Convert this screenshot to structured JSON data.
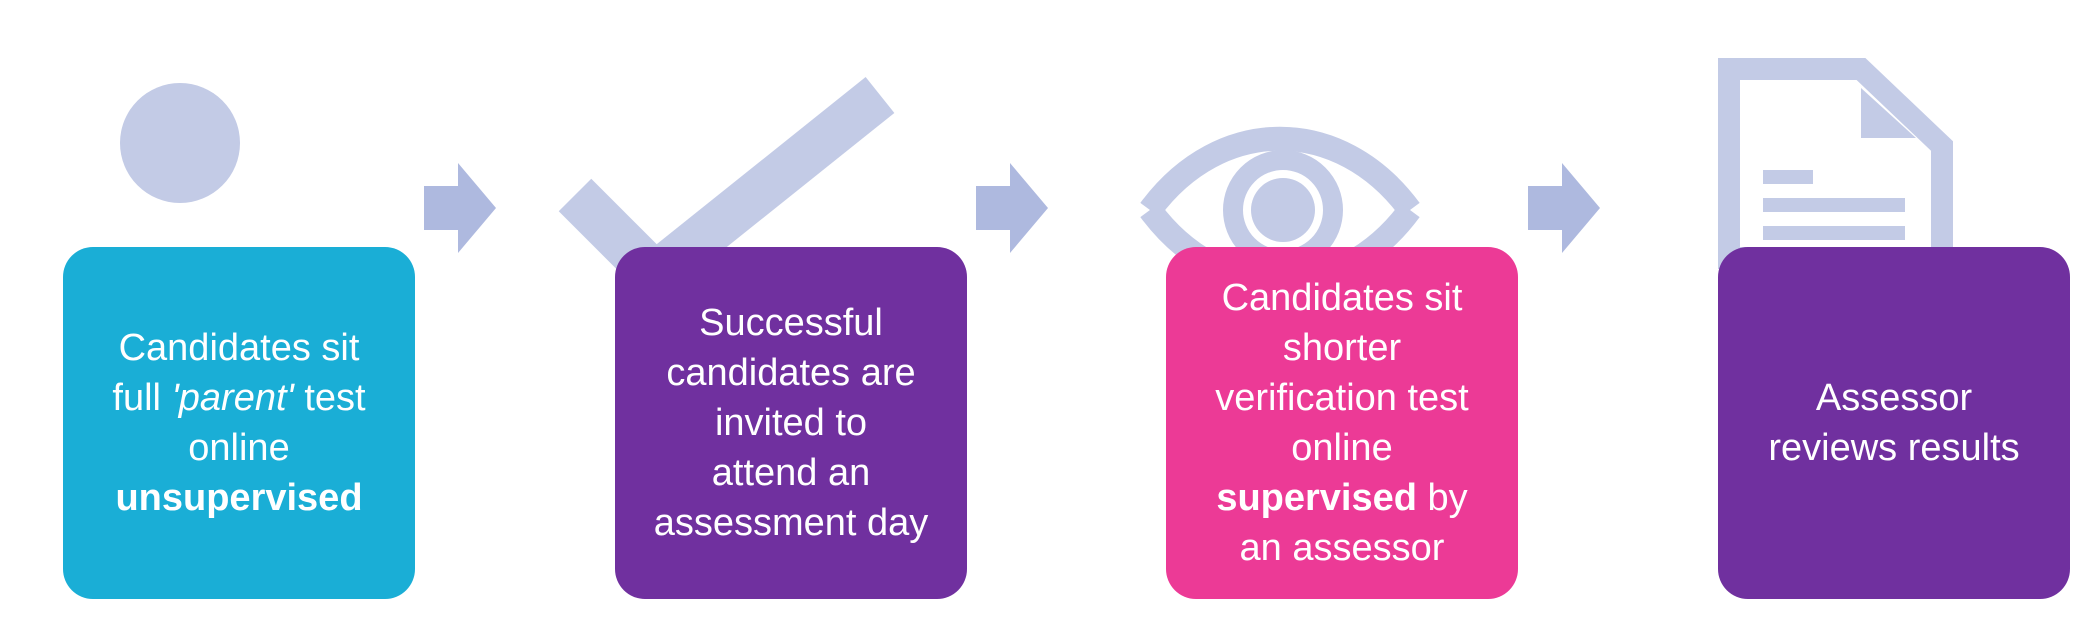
{
  "colors": {
    "icon": "#c3cbe6",
    "arrow": "#aeb9df",
    "card1": "#1aaed6",
    "card2": "#70309f",
    "card3": "#ec3a96",
    "card4": "#70309f",
    "text": "#ffffff"
  },
  "steps": [
    {
      "icon": "person-icon",
      "parts": [
        {
          "text": "Candidates sit",
          "style": "normal",
          "br": true
        },
        {
          "text": "full ",
          "style": "normal"
        },
        {
          "text": "'parent'",
          "style": "italic"
        },
        {
          "text": " test",
          "style": "normal",
          "br": true
        },
        {
          "text": "online",
          "style": "normal",
          "br": true
        },
        {
          "text": "unsupervised",
          "style": "bold"
        }
      ]
    },
    {
      "icon": "checkmark-icon",
      "parts": [
        {
          "text": "Successful",
          "style": "normal",
          "br": true
        },
        {
          "text": "candidates are",
          "style": "normal",
          "br": true
        },
        {
          "text": "invited to",
          "style": "normal",
          "br": true
        },
        {
          "text": "attend an",
          "style": "normal",
          "br": true
        },
        {
          "text": "assessment day",
          "style": "normal"
        }
      ]
    },
    {
      "icon": "eye-icon",
      "parts": [
        {
          "text": "Candidates sit",
          "style": "normal",
          "br": true
        },
        {
          "text": "shorter",
          "style": "normal",
          "br": true
        },
        {
          "text": "verification test",
          "style": "normal",
          "br": true
        },
        {
          "text": "online",
          "style": "normal",
          "br": true
        },
        {
          "text": "supervised",
          "style": "bold"
        },
        {
          "text": " by",
          "style": "normal",
          "br": true
        },
        {
          "text": "an assessor",
          "style": "normal"
        }
      ]
    },
    {
      "icon": "document-icon",
      "parts": [
        {
          "text": "Assessor",
          "style": "normal",
          "br": true
        },
        {
          "text": "reviews results",
          "style": "normal"
        }
      ]
    }
  ]
}
